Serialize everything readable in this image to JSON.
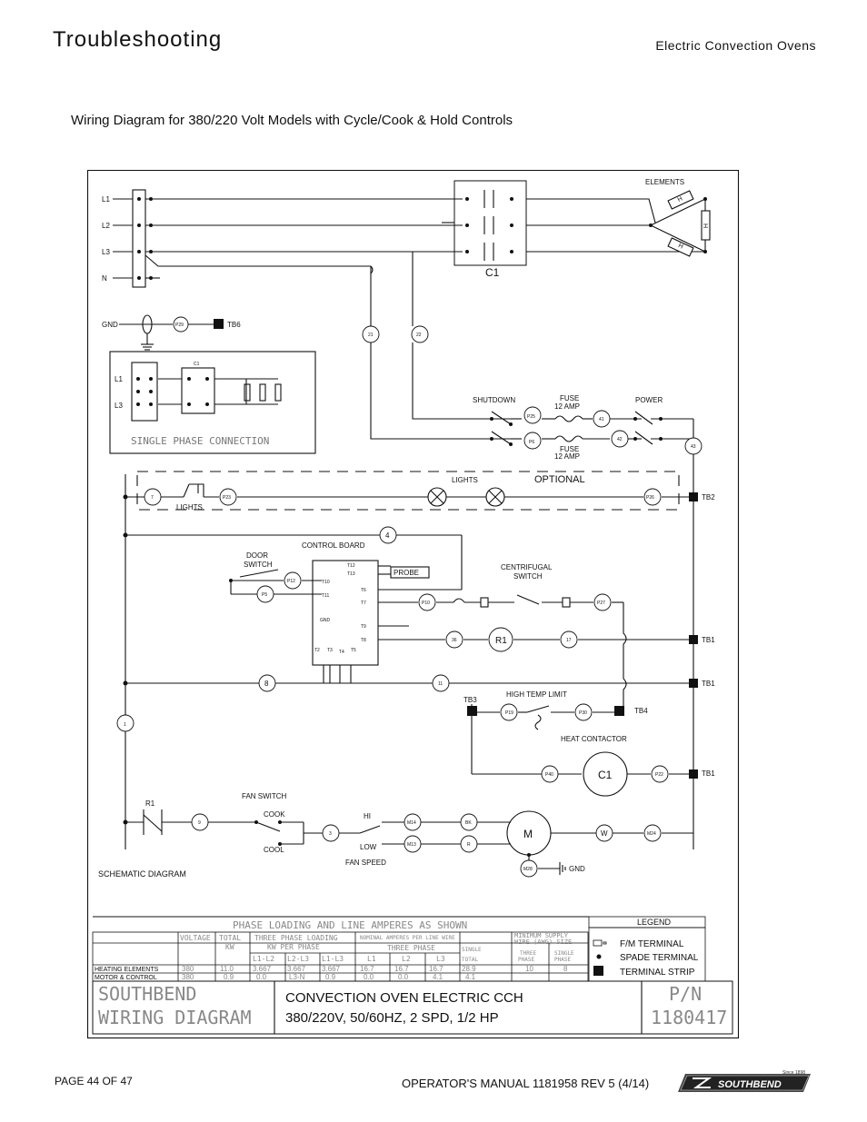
{
  "header": {
    "title": "Troubleshooting",
    "section": "Electric Convection Ovens"
  },
  "subtitle": "Wiring Diagram for 380/220 Volt Models with Cycle/Cook & Hold Controls",
  "diagram": {
    "lines": [
      "L1",
      "L2",
      "L3",
      "N"
    ],
    "elements_label": "ELEMENTS",
    "heater_labels": [
      "H",
      "H",
      "H"
    ],
    "contactor_label": "C1",
    "gnd": "GND",
    "p29": "P29",
    "tb6": "TB6",
    "node_21": "21",
    "node_22": "22",
    "single_phase": {
      "label": "SINGLE PHASE CONNECTION",
      "c1": "C1",
      "l1": "L1",
      "l3": "L3"
    },
    "shutdown": "SHUTDOWN",
    "power": "POWER",
    "fuse_top": [
      "FUSE",
      "12 AMP"
    ],
    "fuse_bottom": [
      "FUSE",
      "12 AMP"
    ],
    "p25": "P25",
    "p6": "P6",
    "node_41": "41",
    "node_42": "42",
    "node_43": "43",
    "lights_top": "LIGHTS",
    "optional": "OPTIONAL",
    "node_7": "7",
    "p23": "P23",
    "lights_bottom": "LIGHTS",
    "p26": "P26",
    "tb2": "TB2",
    "node_4": "4",
    "door_switch": [
      "DOOR",
      "SWITCH"
    ],
    "control_board": "CONTROL BOARD",
    "probe": "PROBE",
    "t12": "T12",
    "t13": "T13",
    "t10": "T10",
    "t11": "T11",
    "t6": "T6",
    "t7": "T7",
    "t9": "T9",
    "t8": "T8",
    "board_gnd": "GND",
    "t2": "T2",
    "t3": "T3",
    "t4": "T4",
    "t5": "T5",
    "p12": "P12",
    "p5": "P5",
    "p10": "P10",
    "centrifugal_switch": [
      "CENTRIFUGAL",
      "SWITCH"
    ],
    "p27": "P27",
    "node_36": "36",
    "r1": "R1",
    "node_17": "17",
    "tb1_a": "TB1",
    "node_8": "8",
    "node_11": "11",
    "tb1_b": "TB1",
    "tb3": "TB3",
    "high_temp_limit": "HIGH TEMP LIMIT",
    "p19": "P19",
    "p30": "P30",
    "tb4": "TB4",
    "node_1": "1",
    "heat_contactor": "HEAT CONTACTOR",
    "p40": "P40",
    "c1_coil": "C1",
    "p22": "P22",
    "tb1_c": "TB1",
    "r1_contact": "R1",
    "fan_switch": "FAN SWITCH",
    "node_9": "9",
    "cook": "COOK",
    "cool": "COOL",
    "node_3": "3",
    "hi": "HI",
    "low": "LOW",
    "m14": "M14",
    "m13": "M13",
    "bk": "BK",
    "node_r": "R",
    "motor": "M",
    "w": "W",
    "m24": "M24",
    "m28": "M28",
    "motor_gnd": "GND",
    "fan_speed": "FAN SPEED",
    "schematic": "SCHEMATIC DIAGRAM"
  },
  "phase_table": {
    "heading": "PHASE LOADING AND LINE AMPERES AS SHOWN",
    "col_voltage": "VOLTAGE",
    "col_total_kw": [
      "TOTAL",
      "KW"
    ],
    "col_three_phase": [
      "THREE PHASE LOADING",
      "KW PER PHASE"
    ],
    "col_amperes": "NOMINAL AMPERES PER LINE WIRE",
    "col_three_phase_amps": "THREE PHASE",
    "col_single": "SINGLE",
    "col_min_supply": [
      "MINIMUM SUPPLY",
      "WIRE (AWG) SIZE"
    ],
    "sub_headers": [
      "L1-L2",
      "L2-L3",
      "L1-L3",
      "L1",
      "L2",
      "L3",
      "TOTAL",
      "THREE",
      "PHASE",
      "SINGLE",
      "PHASE"
    ],
    "rows": [
      {
        "label": "HEATING ELEMENTS",
        "cells": [
          "380",
          "11.0",
          "3.667",
          "3.667",
          "3.667",
          "16.7",
          "16.7",
          "16.7",
          "28.9",
          "10",
          "8"
        ]
      },
      {
        "label": "MOTOR & CONTROL",
        "cells": [
          "380",
          "0.9",
          "0.0",
          "L3-N",
          "0.9",
          "0.0",
          "0.0",
          "4.1",
          "4.1",
          "",
          ""
        ]
      }
    ]
  },
  "legend": {
    "title": "LEGEND",
    "items": [
      {
        "label": "F/M TERMINAL"
      },
      {
        "label": "SPADE TERMINAL"
      },
      {
        "label": "TERMINAL STRIP"
      }
    ]
  },
  "title_block": {
    "company": "SOUTHBEND",
    "doc_type": "WIRING DIAGRAM",
    "product": "CONVECTION OVEN ELECTRIC CCH",
    "spec": "380/220V, 50/60HZ, 2 SPD, 1/2 HP",
    "pn_label": "P/N",
    "pn": "1180417"
  },
  "footer": {
    "page": "PAGE 44 OF 47",
    "manual": "OPERATOR'S MANUAL 1181958 REV 5 (4/14)",
    "logo_text": "SOUTHBEND",
    "logo_since": "Since 1898"
  }
}
